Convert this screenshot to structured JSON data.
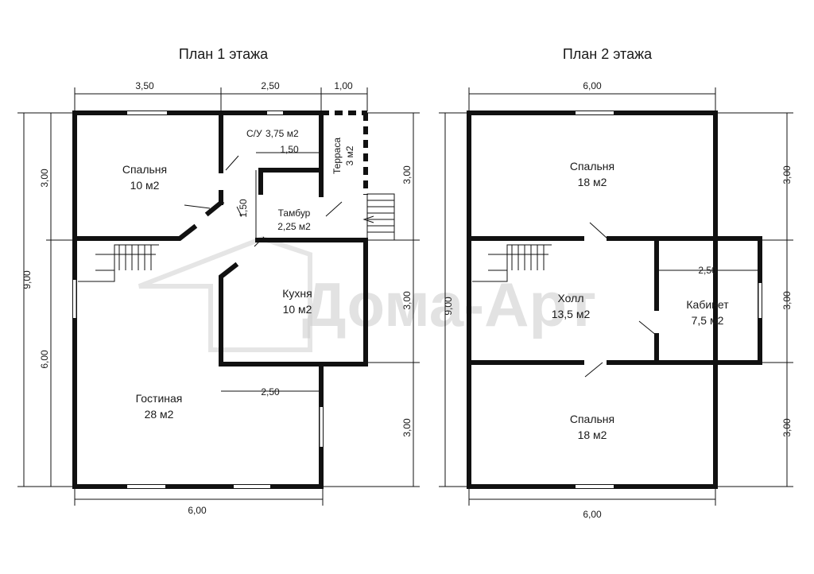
{
  "plans": [
    {
      "title": "План 1 этажа",
      "rooms": [
        {
          "name": "Спальня",
          "area": "10 м2"
        },
        {
          "name": "С/У",
          "area": "3,75 м2"
        },
        {
          "name": "Терраса",
          "area": "3 м2"
        },
        {
          "name": "Тамбур",
          "area": "2,25 м2"
        },
        {
          "name": "Кухня",
          "area": "10 м2"
        },
        {
          "name": "Гостиная",
          "area": "28 м2"
        }
      ],
      "dimensions": {
        "top_a": "3,50",
        "top_b": "2,50",
        "top_c": "1,00",
        "inner_su": "1,50",
        "inner_tambur": "1,50",
        "inner_living": "2,50",
        "bottom": "6,00",
        "left_total": "9,00",
        "left_upper": "3,00",
        "left_lower": "6,00",
        "right_upper": "3,00",
        "right_middle": "3,00",
        "right_lower": "3,00"
      }
    },
    {
      "title": "План 2 этажа",
      "rooms": [
        {
          "name": "Спальня",
          "area": "18 м2"
        },
        {
          "name": "Холл",
          "area": "13,5 м2"
        },
        {
          "name": "Кабинет",
          "area": "7,5 м2"
        },
        {
          "name": "Спальня",
          "area": "18 м2"
        }
      ],
      "dimensions": {
        "top": "6,00",
        "bottom": "6,00",
        "inner_cabinet": "2,50",
        "left_total": "9,00",
        "right_upper": "3,00",
        "right_middle": "3,00",
        "right_lower": "3,00"
      }
    }
  ],
  "watermark": "Дома-Арт"
}
